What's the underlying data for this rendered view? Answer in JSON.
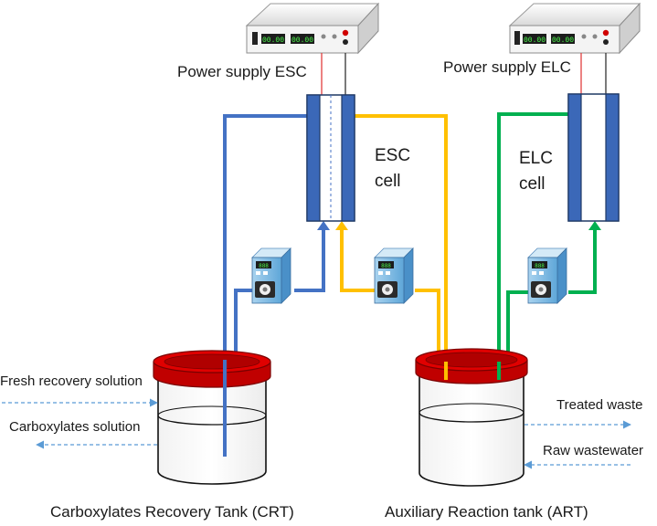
{
  "labels": {
    "power_supply_esc": "Power supply ESC",
    "power_supply_elc": "Power supply ELC",
    "esc_cell": "ESC cell",
    "elc_cell": "ELC cell",
    "fresh_recovery_solution": "Fresh recovery solution",
    "carboxylates_solution": "Carboxylates solution",
    "treated_waste": "Treated waste",
    "raw_wastewater": "Raw wastewater",
    "crt_tank": "Carboxylates Recovery Tank (CRT)",
    "art_tank": "Auxiliary Reaction tank (ART)"
  },
  "colors": {
    "blue_line": "#4472c4",
    "yellow_line": "#ffc000",
    "green_line": "#00b050",
    "cell_blue": "#3b68b8",
    "tank_lid": "#c00000",
    "flow_arrow": "#5b9bd5"
  }
}
